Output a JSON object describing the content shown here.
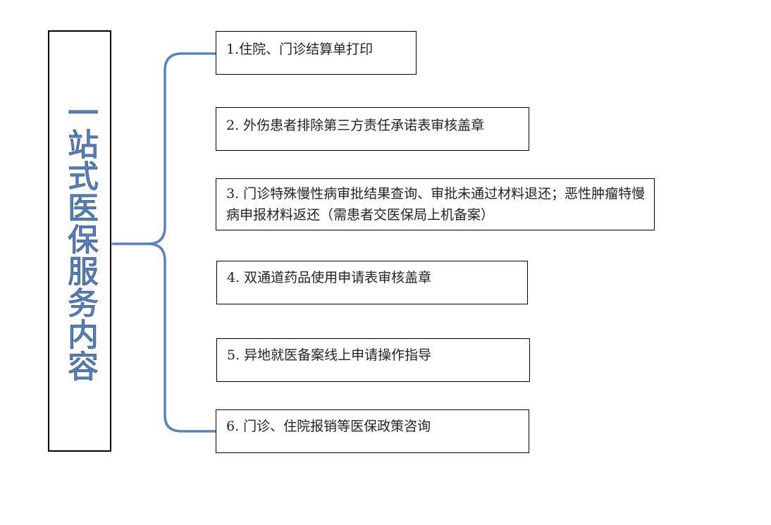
{
  "title": "一站式医保服务内容",
  "items": [
    {
      "text": "1.住院、门诊结算单打印"
    },
    {
      "text": "2. 外伤患者排除第三方责任承诺表审核盖章"
    },
    {
      "text": "3. 门诊特殊慢性病审批结果查询、审批未通过材料退还；恶性肿瘤特慢病申报材料返还（需患者交医保局上机备案）"
    },
    {
      "text": "4. 双通道药品使用申请表审核盖章"
    },
    {
      "text": "5. 异地就医备案线上申请操作指导"
    },
    {
      "text": "6. 门诊、住院报销等医保政策咨询"
    }
  ],
  "colors": {
    "title": "#5a82bd",
    "brace": "#5a82bd",
    "border": "#000000"
  }
}
